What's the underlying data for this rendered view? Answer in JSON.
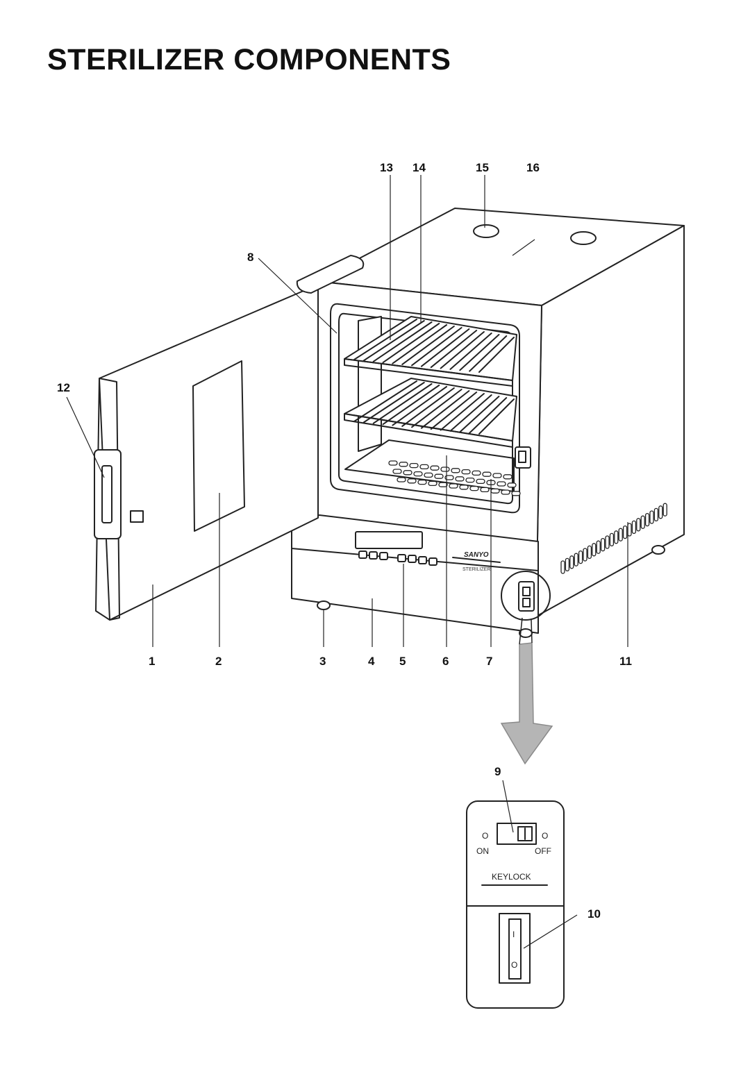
{
  "title": "STERILIZER COMPONENTS",
  "brand": {
    "name": "SANYO",
    "model": "STERILIZER"
  },
  "callouts": {
    "c1": "1",
    "c2": "2",
    "c3": "3",
    "c4": "4",
    "c5": "5",
    "c6": "6",
    "c7": "7",
    "c8": "8",
    "c9": "9",
    "c10": "10",
    "c11": "11",
    "c12": "12",
    "c13": "13",
    "c14": "14",
    "c15": "15",
    "c16": "16"
  },
  "switch_panel": {
    "on_label": "ON",
    "off_label": "OFF",
    "keylock_label": "KEYLOCK",
    "power_on_symbol": "I",
    "power_off_symbol": "O",
    "indicator_left": "O",
    "indicator_right": "O"
  },
  "icons": {
    "arrow": "down-arrow-icon"
  }
}
